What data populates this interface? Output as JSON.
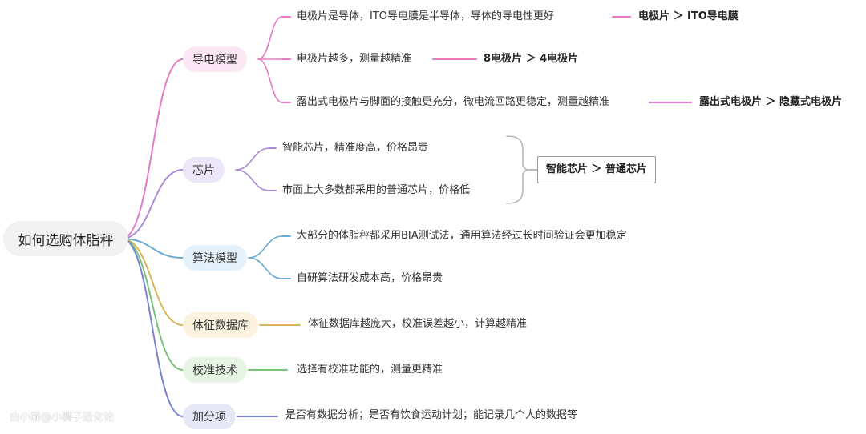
{
  "root": "如何选购体脂秤",
  "branches": [
    {
      "label": "导电模型",
      "color": "#e37bc9",
      "fill": "#fbe6f4",
      "leaves": [
        {
          "text": "电极片是导体，ITO导电膜是半导体，导体的导电性更好",
          "conclusion": "电极片 ＞ ITO导电膜"
        },
        {
          "text": "电极片越多，测量越精准",
          "conclusion": "8电极片 ＞ 4电极片"
        },
        {
          "text": "露出式电极片与脚面的接触更充分，微电流回路更稳定，测量越精准",
          "conclusion": "露出式电极片 ＞ 隐藏式电极片"
        }
      ]
    },
    {
      "label": "芯片",
      "color": "#a98bd6",
      "fill": "#ede6f8",
      "leaves": [
        {
          "text": "智能芯片，精准度高，价格昂贵"
        },
        {
          "text": "市面上大多数都采用的普通芯片，价格低"
        }
      ],
      "summary": "智能芯片 ＞ 普通芯片"
    },
    {
      "label": "算法模型",
      "color": "#6aaad6",
      "fill": "#e4f0fa",
      "leaves": [
        {
          "text": "大部分的体脂秤都采用BIA测试法，通用算法经过长时间验证会更加稳定"
        },
        {
          "text": "自研算法研发成本高，价格昂贵"
        }
      ]
    },
    {
      "label": "体征数据库",
      "color": "#d8b55a",
      "fill": "#fbf3df",
      "leaves": [
        {
          "text": "体征数据库越庞大，校准误差越小，计算越精准"
        }
      ]
    },
    {
      "label": "校准技术",
      "color": "#7cc27b",
      "fill": "#e6f4e4",
      "leaves": [
        {
          "text": "选择有校准功能的，测量更精准"
        }
      ]
    },
    {
      "label": "加分项",
      "color": "#7a83cf",
      "fill": "#e7e8f7",
      "leaves": [
        {
          "text": "是否有数据分析；是否有饮食运动计划；能记录几个人的数据等"
        }
      ]
    }
  ],
  "watermark": "由小猫@小狮子进化论"
}
